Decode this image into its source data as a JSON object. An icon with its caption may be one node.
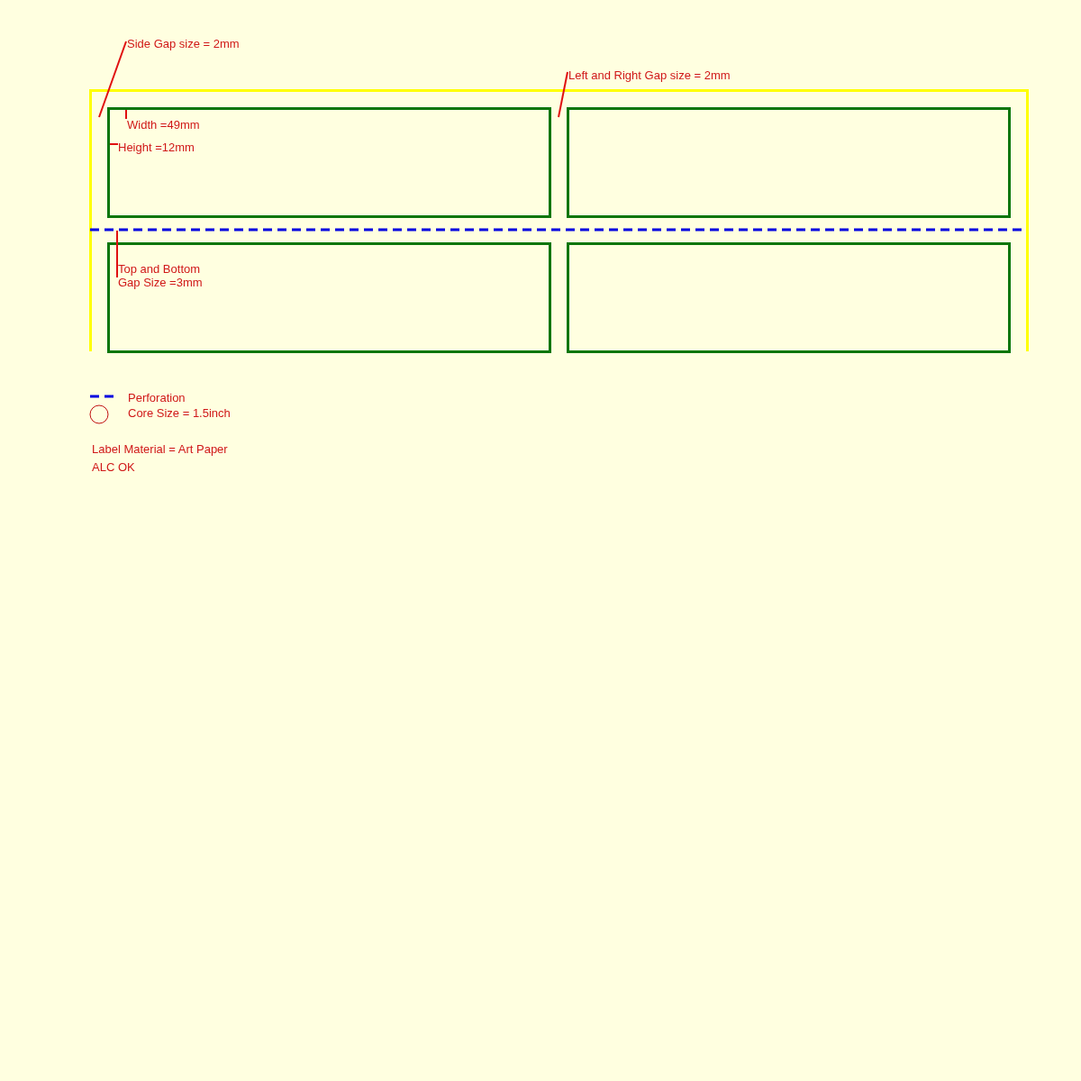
{
  "diagram": {
    "nodes": [
      {
        "text": [
          "Side Gap size = 2mm"
        ]
      },
      {
        "text": [
          "Left and Right Gap size = 2mm"
        ]
      },
      {
        "text": [],
        "shape": "box"
      },
      {
        "text": [],
        "shape": "box",
        "in": 2
      },
      {
        "text": [
          "Width =49mm"
        ],
        "in": 3
      },
      {
        "text": [
          "Height =12mm"
        ],
        "in": 3
      },
      {
        "text": [],
        "shape": "box",
        "in": 2
      },
      {
        "text": [],
        "shape": "box",
        "in": 2
      },
      {
        "text": [
          "Top and Bottom Gap Size =3mm"
        ],
        "in": 7
      },
      {
        "text": [],
        "shape": "box",
        "in": 2
      }
    ],
    "edges": [
      {
        "from": 0,
        "to": 2,
        "arrow": "none"
      },
      {
        "from": 1,
        "to": 2,
        "arrow": "none"
      },
      {
        "from": 4,
        "to": 3,
        "arrow": "none"
      },
      {
        "from": 5,
        "to": 3,
        "arrow": "none"
      },
      {
        "from": 8,
        "to": 2,
        "arrow": "none"
      }
    ],
    "labels": [
      "Label Material = Art Paper",
      "ALC OK"
    ],
    "legend": [
      {
        "text": "Perforation"
      },
      {
        "text": "Core Size = 1.5inch"
      }
    ]
  }
}
